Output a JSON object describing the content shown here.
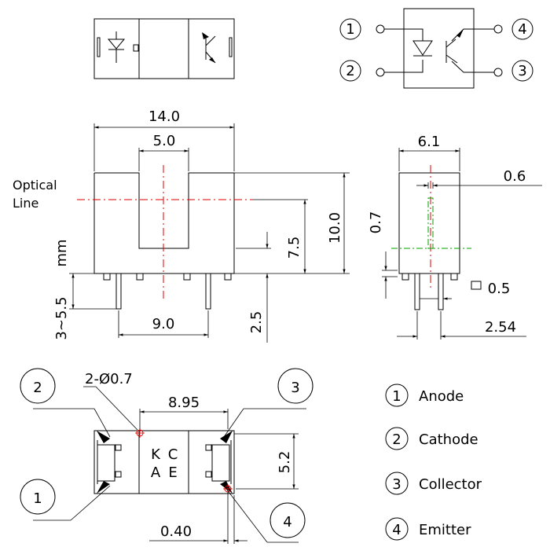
{
  "dimensions": {
    "width_14": "14.0",
    "gap_5": "5.0",
    "height_10": "10.0",
    "height_7_5": "7.5",
    "lead_3_5_5": "3~5.5",
    "unit_mm": "mm",
    "lead_spacing_9": "9.0",
    "standoff_2_5": "2.5",
    "side_width_6_1": "6.1",
    "slit_0_6": "0.6",
    "slit_0_7": "0.7",
    "lead_0_5": "0.5",
    "pitch_2_54": "2.54",
    "hole_spec": "2-Ø0.7",
    "spacing_8_95": "8.95",
    "height_5_2": "5.2",
    "offset_0_40": "0.40"
  },
  "labels": {
    "optical_line_1": "Optical",
    "optical_line_2": "Line",
    "pad_k": "K",
    "pad_a": "A",
    "pad_c": "C",
    "pad_e": "E"
  },
  "pins": [
    {
      "num": "1",
      "name": "Anode"
    },
    {
      "num": "2",
      "name": "Cathode"
    },
    {
      "num": "3",
      "name": "Collector"
    },
    {
      "num": "4",
      "name": "Emitter"
    }
  ]
}
